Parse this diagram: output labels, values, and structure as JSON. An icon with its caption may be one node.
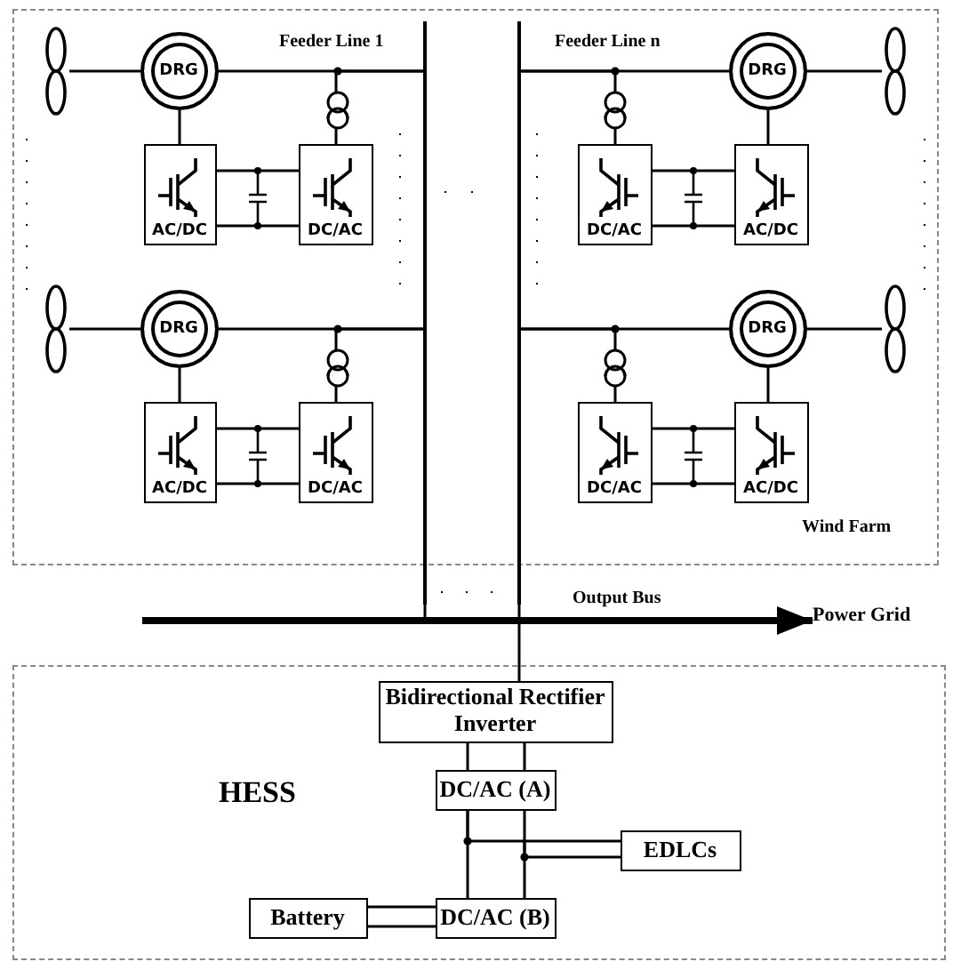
{
  "diagram": {
    "nodes": [
      {
        "text": [
          "Wind Farm"
        ]
      },
      {
        "text": [],
        "shape": "bar",
        "beside": [
          "Feeder Line 1"
        ]
      },
      {
        "text": [],
        "shape": "bar",
        "beside": [
          "Feeder Line n"
        ]
      },
      {
        "text": [],
        "shape": "propeller",
        "in": 0
      },
      {
        "text": [
          "DRG"
        ],
        "in": 0
      },
      {
        "text": [
          "AC/DC"
        ],
        "in": 0
      },
      {
        "text": [
          "DC/AC"
        ],
        "in": 0
      },
      {
        "text": [
          "DC/AC"
        ],
        "in": 0
      },
      {
        "text": [
          "AC/DC"
        ],
        "in": 0
      },
      {
        "text": [
          "DRG"
        ],
        "in": 0
      },
      {
        "text": [],
        "shape": "propeller",
        "in": 0
      },
      {
        "text": [],
        "shape": "propeller",
        "in": 0
      },
      {
        "text": [
          "DRG"
        ],
        "in": 0
      },
      {
        "text": [
          "AC/DC"
        ],
        "in": 0
      },
      {
        "text": [
          "DC/AC"
        ],
        "in": 0
      },
      {
        "text": [
          "DC/AC"
        ],
        "in": 0
      },
      {
        "text": [
          "AC/DC"
        ],
        "in": 0
      },
      {
        "text": [
          "DRG"
        ],
        "in": 0
      },
      {
        "text": [],
        "shape": "propeller",
        "in": 0
      },
      {
        "text": [],
        "shape": "bar",
        "beside": [
          "Output Bus"
        ]
      },
      {
        "text": [
          "Power Grid"
        ]
      },
      {
        "text": [
          "HESS"
        ]
      },
      {
        "text": [
          "Bidirectional Rectifier Inverter"
        ],
        "in": 21
      },
      {
        "text": [
          "DC/AC (A)"
        ],
        "in": 21
      },
      {
        "text": [
          "EDLCs"
        ],
        "in": 21
      },
      {
        "text": [
          "Battery"
        ],
        "in": 21
      },
      {
        "text": [
          "DC/AC (B)"
        ],
        "in": 21
      }
    ],
    "edges": [
      {
        "from": 3,
        "to": 4,
        "arrow": "none"
      },
      {
        "from": 4,
        "to": 1,
        "arrow": "none"
      },
      {
        "from": 4,
        "to": 5,
        "arrow": "none"
      },
      {
        "from": 5,
        "to": 6,
        "arrow": "none"
      },
      {
        "from": 6,
        "to": 1,
        "arrow": "none"
      },
      {
        "from": 10,
        "to": 9,
        "arrow": "none"
      },
      {
        "from": 9,
        "to": 2,
        "arrow": "none"
      },
      {
        "from": 9,
        "to": 8,
        "arrow": "none"
      },
      {
        "from": 8,
        "to": 7,
        "arrow": "none"
      },
      {
        "from": 7,
        "to": 2,
        "arrow": "none"
      },
      {
        "from": 11,
        "to": 12,
        "arrow": "none"
      },
      {
        "from": 12,
        "to": 1,
        "arrow": "none"
      },
      {
        "from": 12,
        "to": 13,
        "arrow": "none"
      },
      {
        "from": 13,
        "to": 14,
        "arrow": "none"
      },
      {
        "from": 14,
        "to": 1,
        "arrow": "none"
      },
      {
        "from": 18,
        "to": 17,
        "arrow": "none"
      },
      {
        "from": 17,
        "to": 2,
        "arrow": "none"
      },
      {
        "from": 17,
        "to": 16,
        "arrow": "none"
      },
      {
        "from": 16,
        "to": 15,
        "arrow": "none"
      },
      {
        "from": 15,
        "to": 2,
        "arrow": "none"
      },
      {
        "from": 1,
        "to": 19,
        "arrow": "none"
      },
      {
        "from": 2,
        "to": 19,
        "arrow": "none"
      },
      {
        "from": 19,
        "to": 20,
        "arrow": "to",
        "style": "thick"
      },
      {
        "from": 19,
        "to": 22,
        "arrow": "none"
      },
      {
        "from": 22,
        "to": 23,
        "arrow": "none"
      },
      {
        "from": 23,
        "to": 26,
        "arrow": "none"
      },
      {
        "from": 24,
        "to": 23,
        "arrow": "none"
      },
      {
        "from": 25,
        "to": 26,
        "arrow": "none"
      }
    ]
  }
}
